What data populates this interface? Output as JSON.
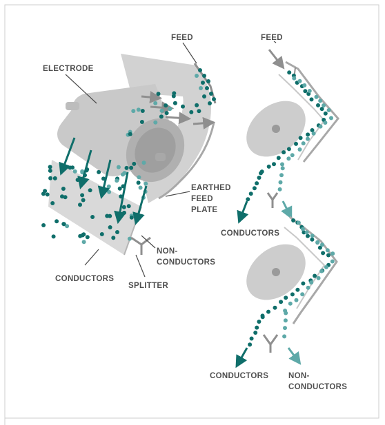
{
  "labels": {
    "feed_left": "FEED",
    "electrode": "ELECTRODE",
    "earthed_1": "EARTHED",
    "earthed_2": "FEED",
    "earthed_3": "PLATE",
    "non_conductors_left_1": "NON-",
    "non_conductors_left_2": "CONDUCTORS",
    "conductors_left": "CONDUCTORS",
    "splitter": "SPLITTER",
    "feed_right": "FEED",
    "conductors_right_upper": "CONDUCTORS",
    "conductors_right_lower": "CONDUCTORS",
    "non_conductors_right_1": "NON-",
    "non_conductors_right_2": "CONDUCTORS"
  },
  "colors": {
    "conductor": "#0f6e6a",
    "non_conductor": "#5ea9a8",
    "gray_light": "#cfcfcf",
    "gray_mid": "#b5b5b5",
    "gray_dark": "#8f8f8f",
    "line": "#4a4a4a"
  }
}
